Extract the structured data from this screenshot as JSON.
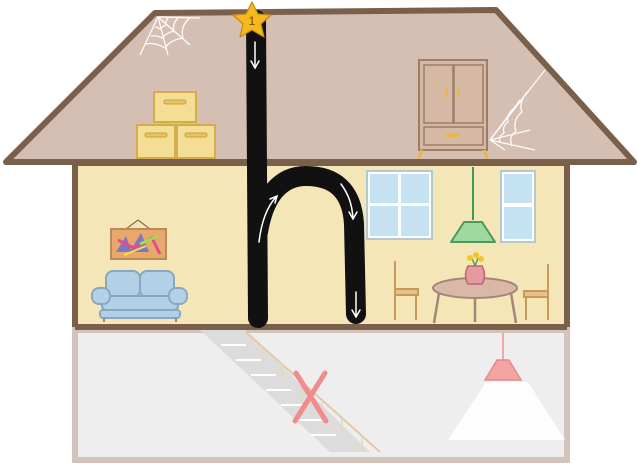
{
  "activity": {
    "letter": "h",
    "stroke_start_number": "1",
    "start_marker_icon": "star-icon",
    "direction_arrows": 4
  },
  "scene": {
    "floors": [
      "attic",
      "living-room",
      "basement"
    ],
    "attic_items": [
      "storage-boxes",
      "wardrobe",
      "cobwebs"
    ],
    "living_room_items": [
      "painting",
      "sofa",
      "windows",
      "pendant-lamp",
      "dining-table",
      "chairs",
      "flower-vase"
    ],
    "basement_items": [
      "staircase",
      "ceiling-lamp",
      "wrong-mark"
    ],
    "wrong_mark_icon": "x-icon"
  },
  "colors": {
    "roof": "#d5bfb2",
    "house_outline": "#7a5f4b",
    "wall": "#f5e6b8",
    "basement": "#eeeeee",
    "stroke": "#111111",
    "star": "#f5b91c",
    "wrong_mark": "#f08a8a"
  }
}
